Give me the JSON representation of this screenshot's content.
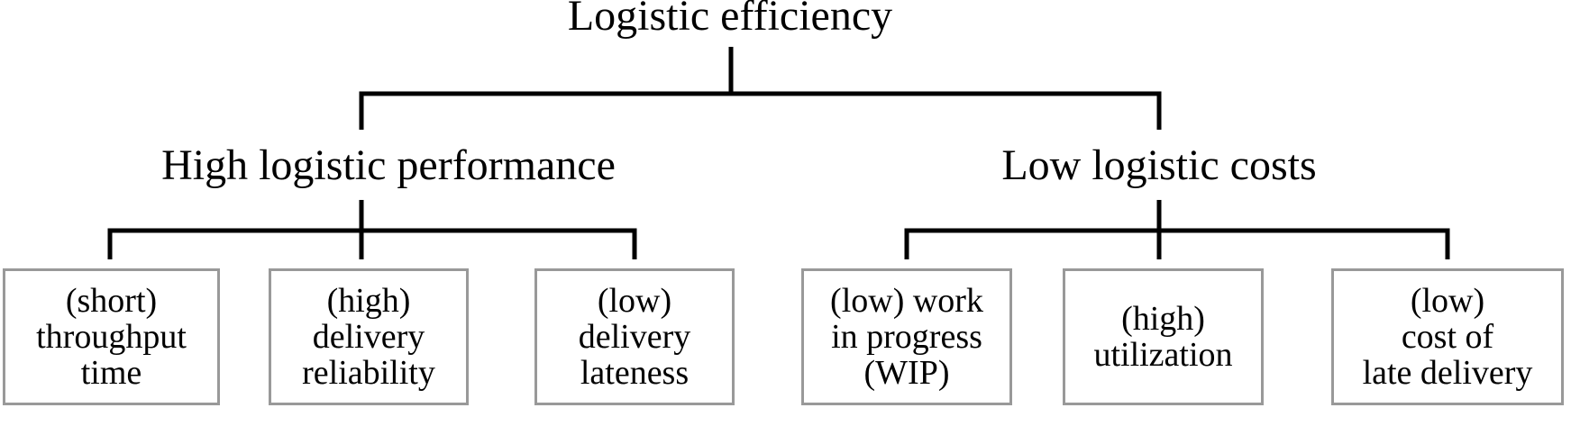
{
  "colors": {
    "line": "#000000",
    "box_border": "#999999",
    "text": "#000000",
    "background": "#ffffff"
  },
  "tree": {
    "root": {
      "label": "Logistic efficiency"
    },
    "branches": [
      {
        "label": "High logistic performance",
        "children": [
          {
            "lines": [
              "(short)",
              "throughput",
              "time"
            ]
          },
          {
            "lines": [
              "(high)",
              "delivery",
              "reliability"
            ]
          },
          {
            "lines": [
              "(low)",
              "delivery",
              "lateness"
            ]
          }
        ]
      },
      {
        "label": "Low logistic costs",
        "children": [
          {
            "lines": [
              "(low) work",
              "in progress",
              "(WIP)"
            ]
          },
          {
            "lines": [
              "(high)",
              "utilization"
            ]
          },
          {
            "lines": [
              "(low)",
              "cost of",
              "late delivery"
            ]
          }
        ]
      }
    ]
  }
}
